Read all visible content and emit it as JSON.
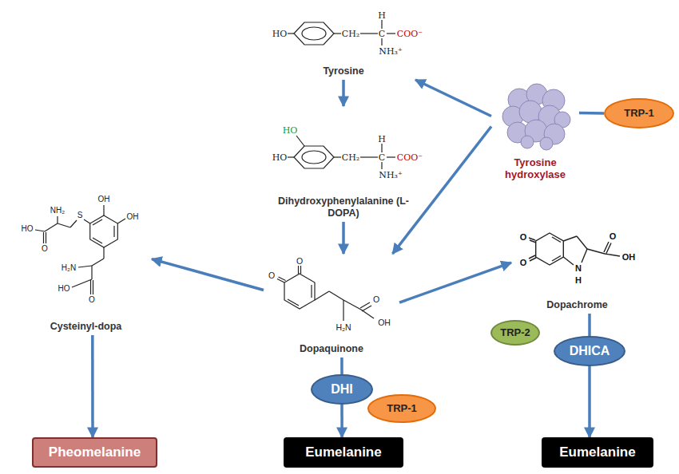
{
  "diagram": {
    "nodes": [
      {
        "text": [
          "Tyrosine"
        ]
      },
      {
        "text": [
          "Tyrosine hydroxylase"
        ]
      },
      {
        "text": [
          "TRP-1"
        ]
      },
      {
        "text": [
          "Dihydroxyphenylalanine (L-DOPA)"
        ]
      },
      {
        "text": [
          "Cysteinyl-dopa"
        ]
      },
      {
        "text": [
          "Dopaquinone"
        ]
      },
      {
        "text": [
          "Dopachrome"
        ]
      },
      {
        "text": [
          "TRP-2"
        ]
      },
      {
        "text": [
          "DHICA"
        ]
      },
      {
        "text": [
          "DHI"
        ]
      },
      {
        "text": [
          "TRP-1"
        ]
      },
      {
        "text": [
          "Pheomelanine"
        ]
      },
      {
        "text": [
          "Eumelanine"
        ]
      },
      {
        "text": [
          "Eumelanine"
        ]
      }
    ],
    "edges": [
      {
        "from": 0,
        "to": 3,
        "arrow": "to"
      },
      {
        "from": 3,
        "to": 5,
        "arrow": "to"
      },
      {
        "from": 1,
        "to": 0,
        "arrow": "to"
      },
      {
        "from": 1,
        "to": 5,
        "arrow": "to"
      },
      {
        "from": 2,
        "to": 1,
        "arrow": "none"
      },
      {
        "from": 5,
        "to": 4,
        "arrow": "to"
      },
      {
        "from": 5,
        "to": 6,
        "arrow": "to"
      },
      {
        "from": 4,
        "to": 11,
        "arrow": "to"
      },
      {
        "from": 5,
        "to": 9,
        "arrow": "none"
      },
      {
        "from": 9,
        "to": 12,
        "arrow": "to"
      },
      {
        "from": 6,
        "to": 8,
        "arrow": "none"
      },
      {
        "from": 8,
        "to": 13,
        "arrow": "to"
      }
    ],
    "labels": [
      "HO",
      "CH₂",
      "H",
      "C",
      "COO⁻",
      "NH₃⁺",
      "HO",
      "HO",
      "CH₂",
      "H",
      "C",
      "COO⁻",
      "NH₃⁺",
      "NH₂",
      "HO",
      "O",
      "S",
      "OH",
      "OH",
      "H₂N",
      "HO",
      "O",
      "O",
      "O",
      "H₂N",
      "O",
      "OH",
      "O",
      "O",
      "N",
      "H",
      "O",
      "OH"
    ]
  }
}
